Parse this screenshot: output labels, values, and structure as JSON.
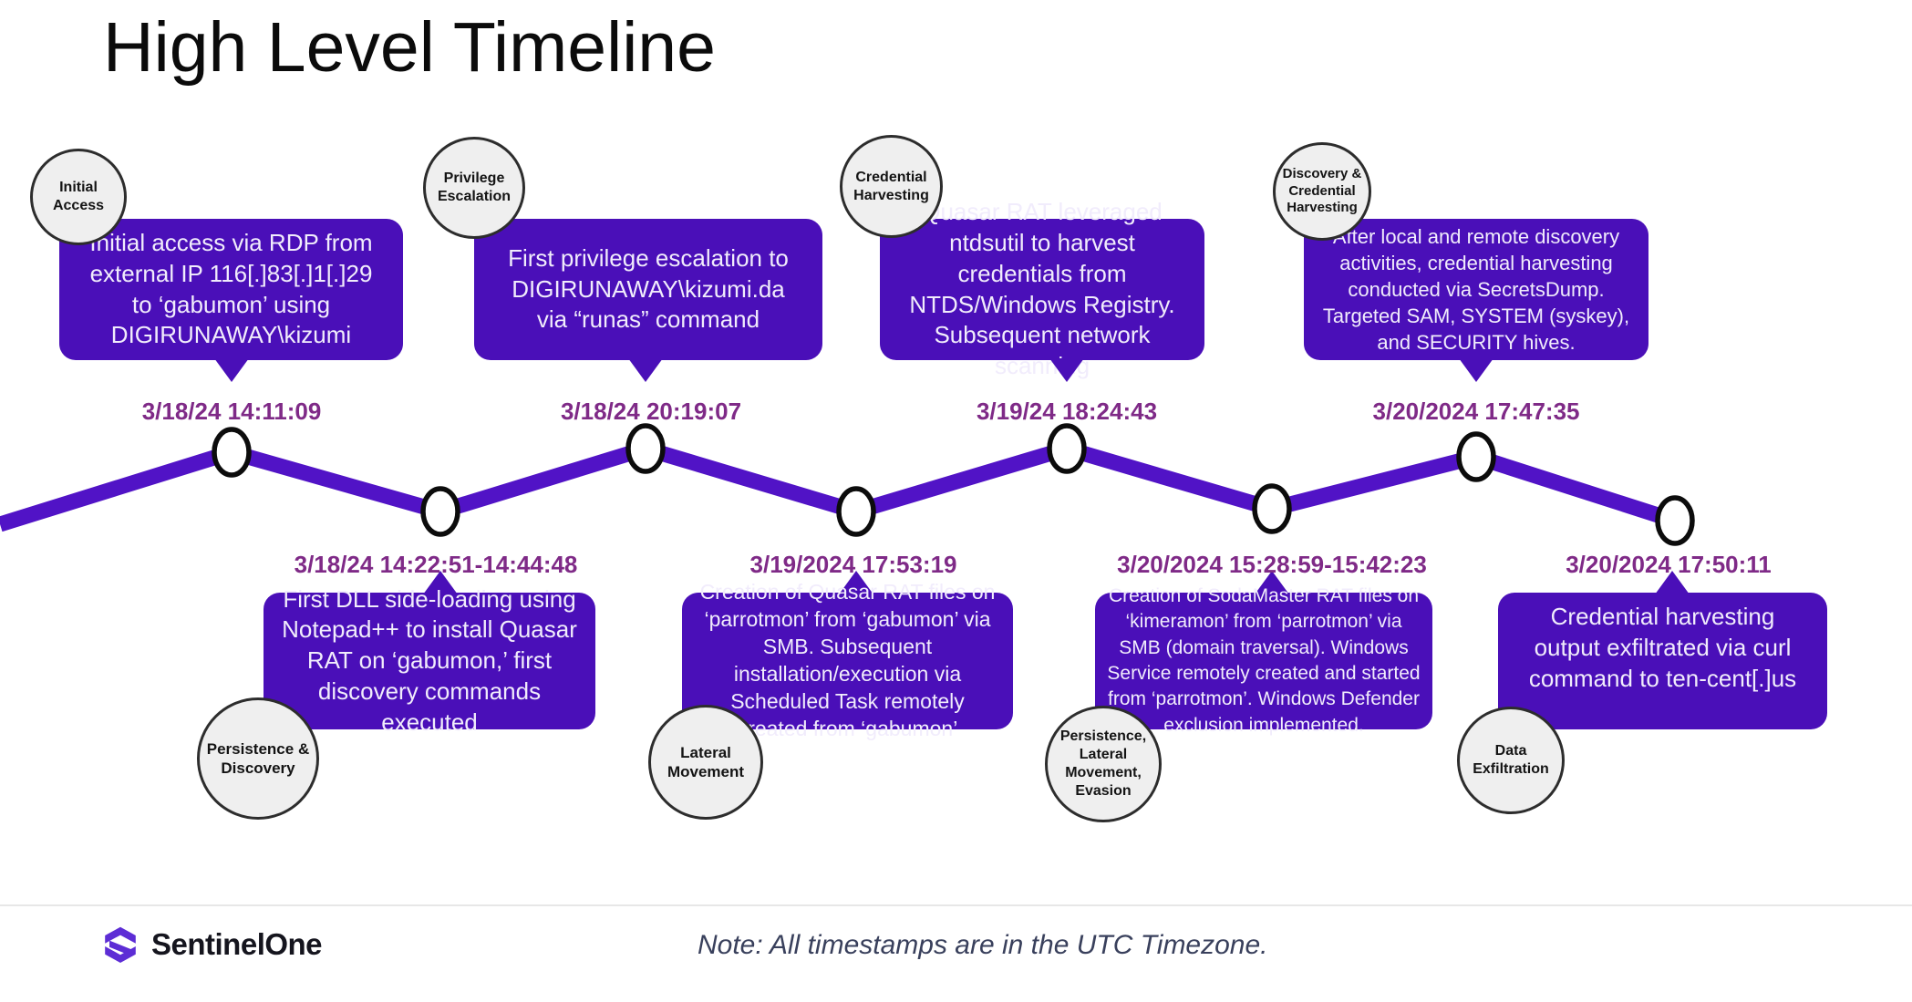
{
  "title": "High Level Timeline",
  "footer": {
    "brand": "SentinelOne",
    "note": "Note: All timestamps are in the UTC Timezone."
  },
  "colors": {
    "card_purple": "#4a0fb8",
    "timeline_purple": "#5113c6",
    "timestamp_purple": "#7f2a87",
    "circle_gray": "#efefef",
    "logo_purple": "#5d2dd5"
  },
  "events": [
    {
      "phase": "Initial Access",
      "timestamp": "3/18/24 14:11:09",
      "description": "Initial access via RDP from external IP 116[.]83[.]1[.]29 to ‘gabumon’ using DIGIRUNAWAY\\kizumi"
    },
    {
      "phase": "Privilege Escalation",
      "timestamp": "3/18/24 20:19:07",
      "description": "First privilege escalation to DIGIRUNAWAY\\kizumi.da via “runas” command"
    },
    {
      "phase": "Credential Harvesting",
      "timestamp": "3/19/24 18:24:43",
      "description": "Quasar RAT leveraged ntdsutil to harvest credentials from NTDS/Windows Registry. Subsequent network scanning"
    },
    {
      "phase": "Discovery & Credential Harvesting",
      "timestamp": "3/20/2024 17:47:35",
      "description": "After local and remote discovery activities, credential harvesting conducted via SecretsDump. Targeted SAM, SYSTEM (syskey), and SECURITY hives."
    },
    {
      "phase": "Persistence & Discovery",
      "timestamp": "3/18/24 14:22:51-14:44:48",
      "description": "First DLL side-loading using Notepad++ to install Quasar RAT on ‘gabumon,’ first discovery commands executed"
    },
    {
      "phase": "Lateral Movement",
      "timestamp": "3/19/2024 17:53:19",
      "description": "Creation of Quasar RAT files on ‘parrotmon’ from ‘gabumon’ via SMB. Subsequent installation/execution via Scheduled Task remotely created from ‘gabumon’"
    },
    {
      "phase": "Persistence, Lateral Movement, Evasion",
      "timestamp": "3/20/2024 15:28:59-15:42:23",
      "description": "Creation of SodaMaster RAT files on ‘kimeramon’ from ‘parrotmon’ via SMB (domain traversal). Windows Service remotely created and started from ‘parrotmon’. Windows Defender exclusion implemented."
    },
    {
      "phase": "Data Exfiltration",
      "timestamp": "3/20/2024 17:50:11",
      "description": "Credential harvesting output exfiltrated via curl command to ten-cent[.]us"
    }
  ]
}
